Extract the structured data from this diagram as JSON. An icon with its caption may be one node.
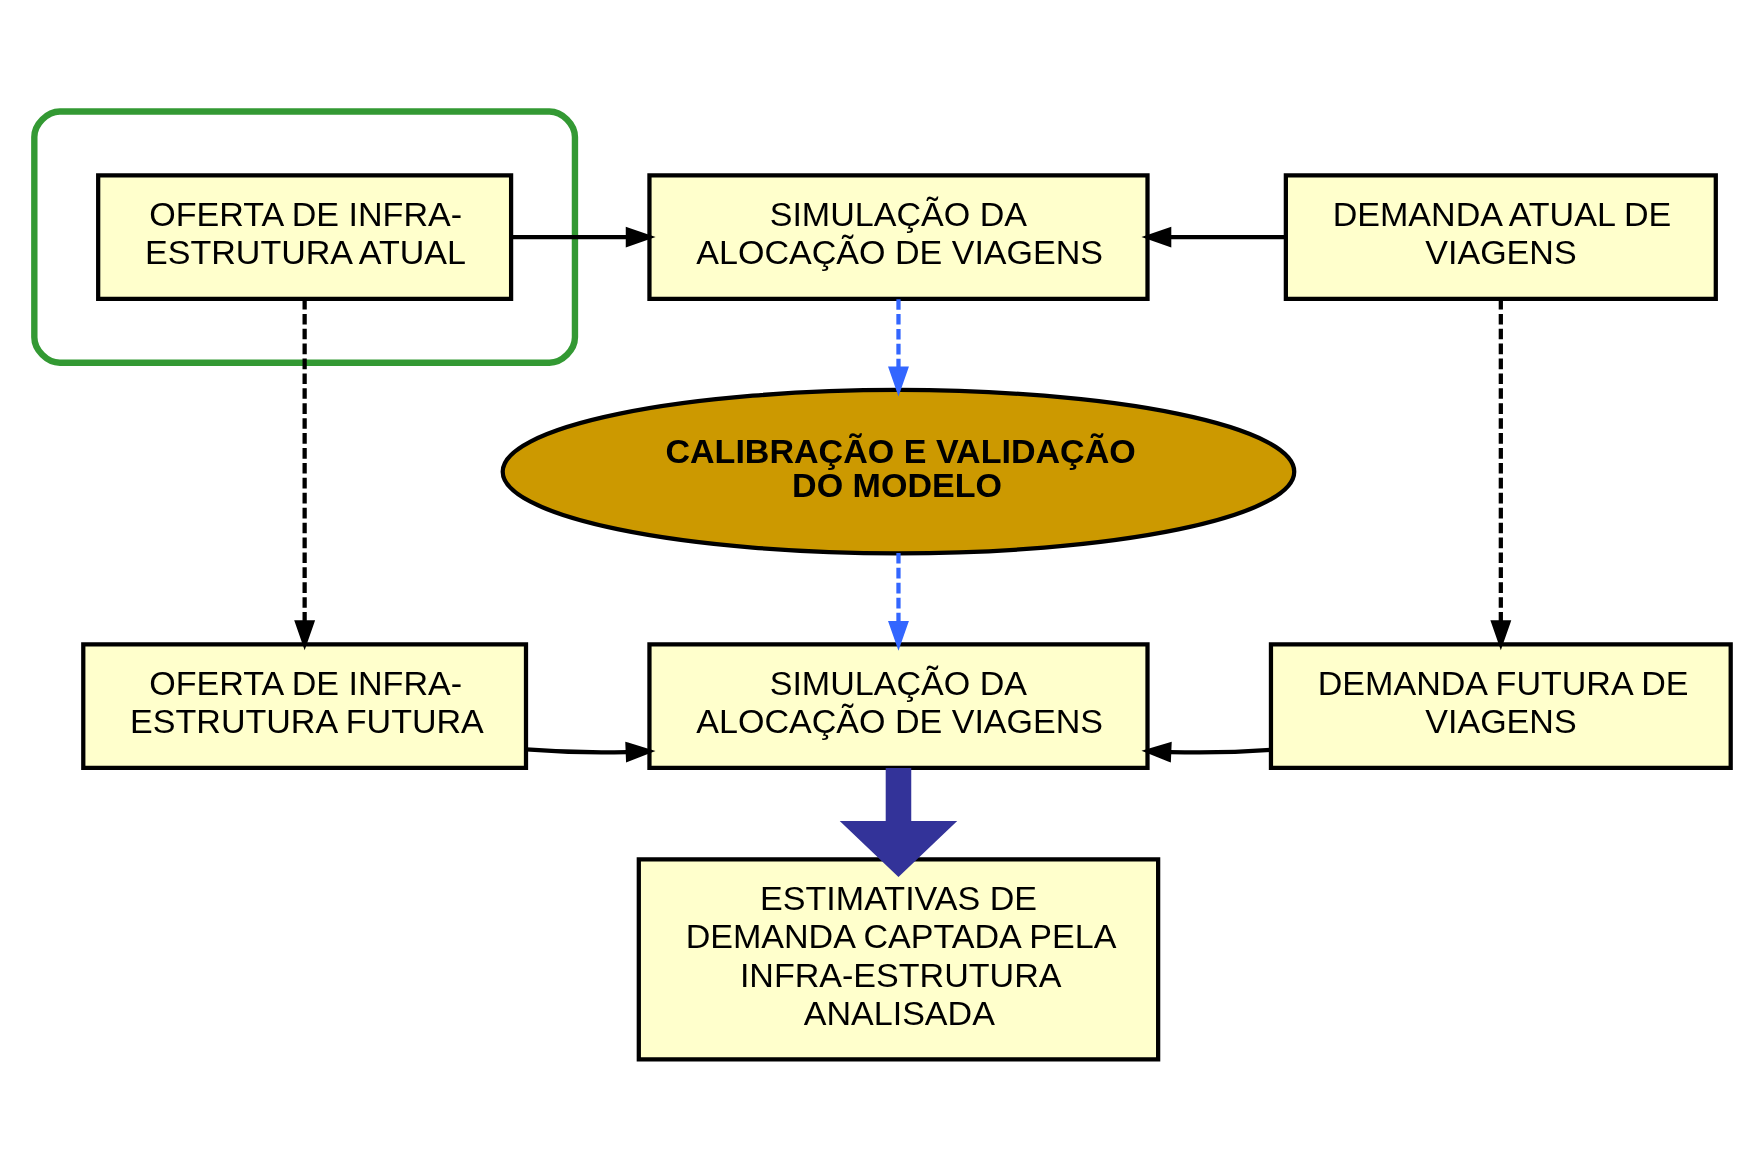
{
  "diagram": {
    "nodes": [
      {
        "text": [],
        "shape": "ellipse"
      },
      {
        "text": [
          "OFERTA DE INFRA- ESTRUTURA ATUAL"
        ],
        "in": 0
      },
      {
        "text": [
          "SIMULAÇÃO DA ALOCAÇÃO DE VIAGENS"
        ]
      },
      {
        "text": [
          "DEMANDA ATUAL DE VIAGENS"
        ]
      },
      {
        "text": [
          "CALIBRAÇÃO E VALIDAÇÃO DO MODELO"
        ]
      },
      {
        "text": [
          "OFERTA DE INFRA- ESTRUTURA FUTURA"
        ]
      },
      {
        "text": [
          "SIMULAÇÃO DA ALOCAÇÃO DE VIAGENS"
        ]
      },
      {
        "text": [
          "DEMANDA FUTURA DE VIAGENS"
        ]
      },
      {
        "text": [
          "ESTIMATIVAS DE DEMANDA CAPTADA PELA INFRA-ESTRUTURA ANALISADA"
        ]
      }
    ],
    "edges": [
      {
        "from": 1,
        "to": 2,
        "arrow": "to"
      },
      {
        "from": 3,
        "to": 2,
        "arrow": "to"
      },
      {
        "from": 2,
        "to": 4,
        "arrow": "to",
        "style": "dashed",
        "color": "#3366ff"
      },
      {
        "from": 1,
        "to": 5,
        "arrow": "to",
        "style": "dashed"
      },
      {
        "from": 3,
        "to": 7,
        "arrow": "to",
        "style": "dashed"
      },
      {
        "from": 4,
        "to": 6,
        "arrow": "to",
        "style": "dashed",
        "color": "#3366ff"
      },
      {
        "from": 5,
        "to": 6,
        "arrow": "to"
      },
      {
        "from": 7,
        "to": 6,
        "arrow": "to"
      },
      {
        "from": 6,
        "to": 8,
        "arrow": "to",
        "style": "thick",
        "color": "#333399"
      }
    ]
  }
}
